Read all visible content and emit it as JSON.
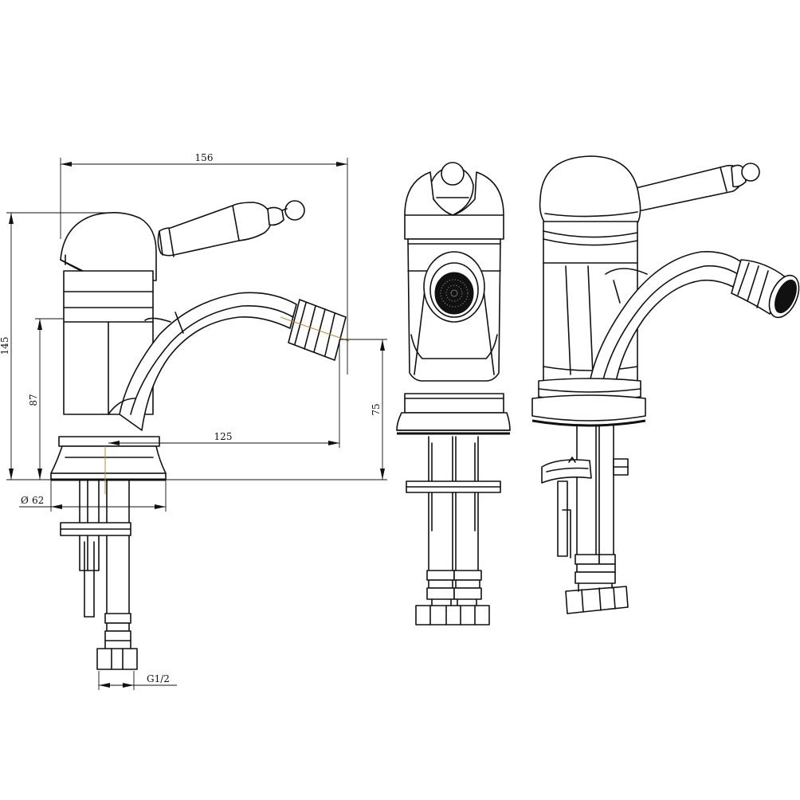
{
  "drawing": {
    "views": [
      "side-view",
      "front-view",
      "perspective-view"
    ],
    "dimensions": {
      "overall_width": "156",
      "overall_height": "145",
      "body_height": "87",
      "spout_height": "75",
      "spout_reach": "125",
      "base_diameter": "62",
      "thread": "G1/2"
    },
    "diameter_symbol": "Ø"
  },
  "colors": {
    "line": "#111111",
    "accent": "#c0863a",
    "background": "#ffffff"
  }
}
